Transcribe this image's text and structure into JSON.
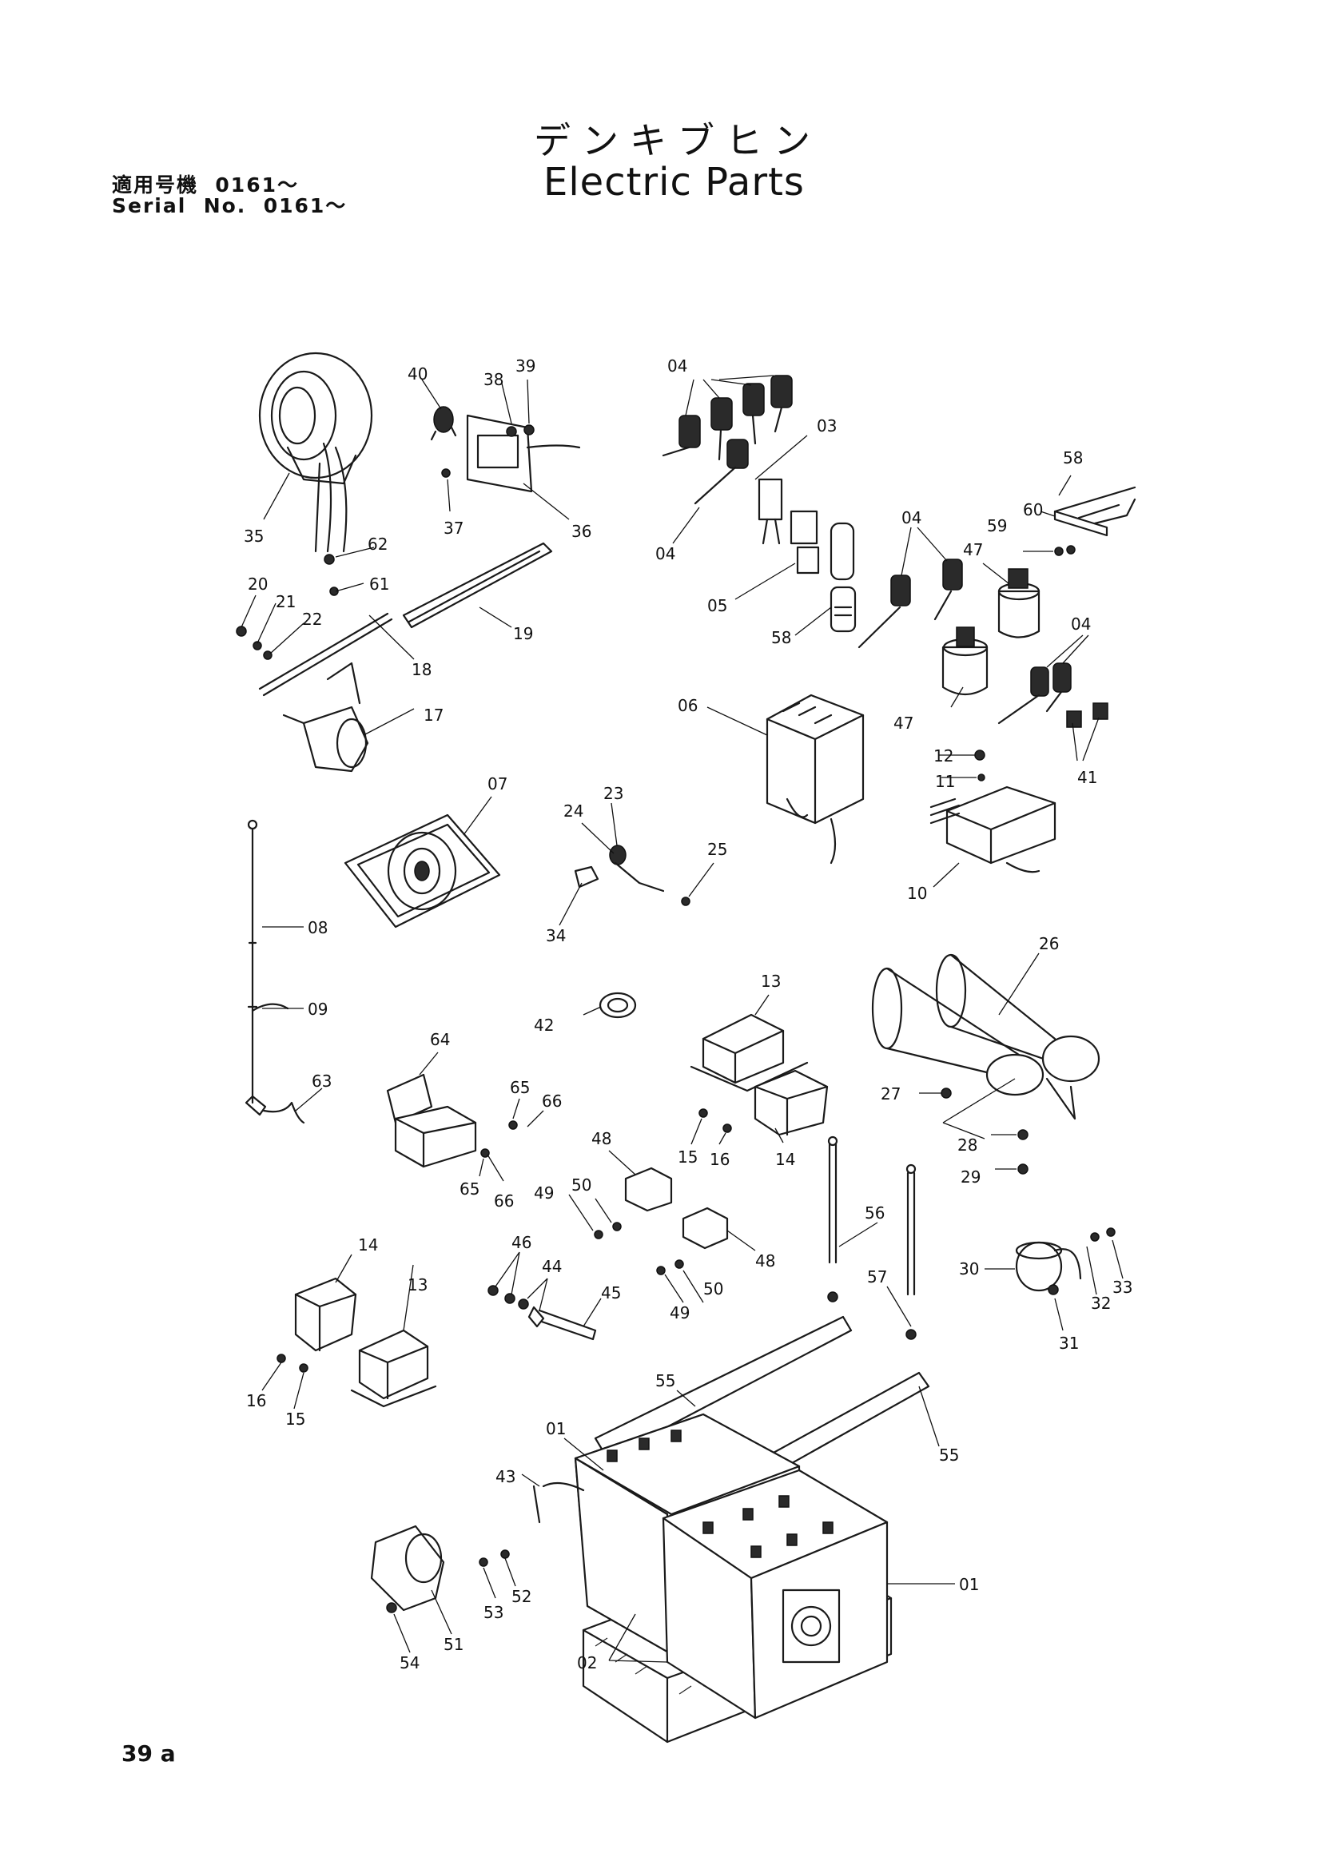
{
  "header": {
    "title_jp": "デンキブヒン",
    "title_en": "Electric Parts",
    "serial_jp": "適用号機  0161～",
    "serial_en": "Serial  No.  0161～"
  },
  "footer": {
    "page_number": "39 a"
  },
  "callouts": [
    "04",
    "03",
    "58",
    "60",
    "59",
    "47",
    "04",
    "05",
    "58",
    "04",
    "47",
    "04",
    "41",
    "35",
    "40",
    "38",
    "39",
    "37",
    "36",
    "62",
    "61",
    "20",
    "21",
    "22",
    "19",
    "18",
    "17",
    "06",
    "12",
    "11",
    "10",
    "07",
    "08",
    "09",
    "63",
    "24",
    "23",
    "25",
    "34",
    "26",
    "27",
    "28",
    "29",
    "42",
    "13",
    "64",
    "65",
    "66",
    "65",
    "66",
    "15",
    "16",
    "14",
    "48",
    "49",
    "50",
    "48",
    "50",
    "49",
    "56",
    "57",
    "30",
    "32",
    "33",
    "31",
    "14",
    "13",
    "16",
    "15",
    "46",
    "44",
    "45",
    "55",
    "55",
    "01",
    "43",
    "01",
    "52",
    "53",
    "51",
    "54",
    "02"
  ]
}
